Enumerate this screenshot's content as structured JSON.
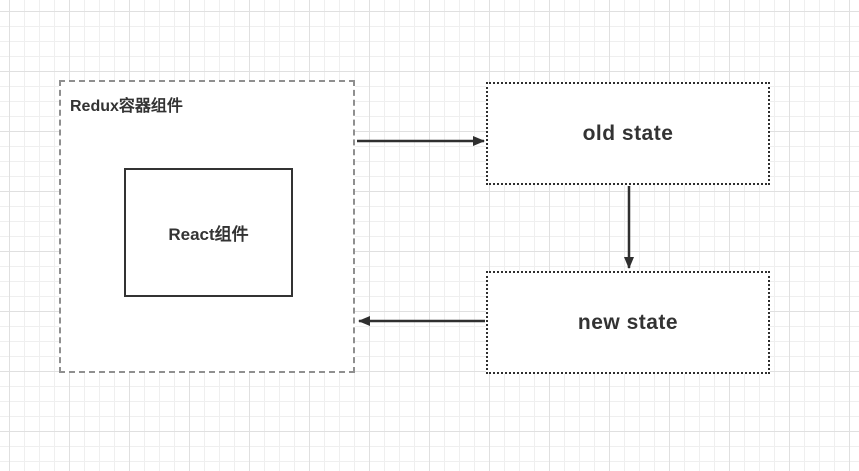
{
  "diagram": {
    "container_box": {
      "label": "Redux容器组件"
    },
    "react_box": {
      "label": "React组件"
    },
    "old_state_box": {
      "label": "old state"
    },
    "new_state_box": {
      "label": "new state"
    },
    "connectors": [
      {
        "name": "container-to-old-state",
        "direction": "right"
      },
      {
        "name": "old-state-to-new-state",
        "direction": "down"
      },
      {
        "name": "new-state-to-container",
        "direction": "left"
      }
    ],
    "colors": {
      "background": "#ffffff",
      "grid_minor": "#efefef",
      "grid_major": "#e0e0e0",
      "shape_border": "#2f2f2f",
      "dashed_border": "#8f8f8f",
      "text": "#333333",
      "connector": "#2f2f2f"
    }
  }
}
